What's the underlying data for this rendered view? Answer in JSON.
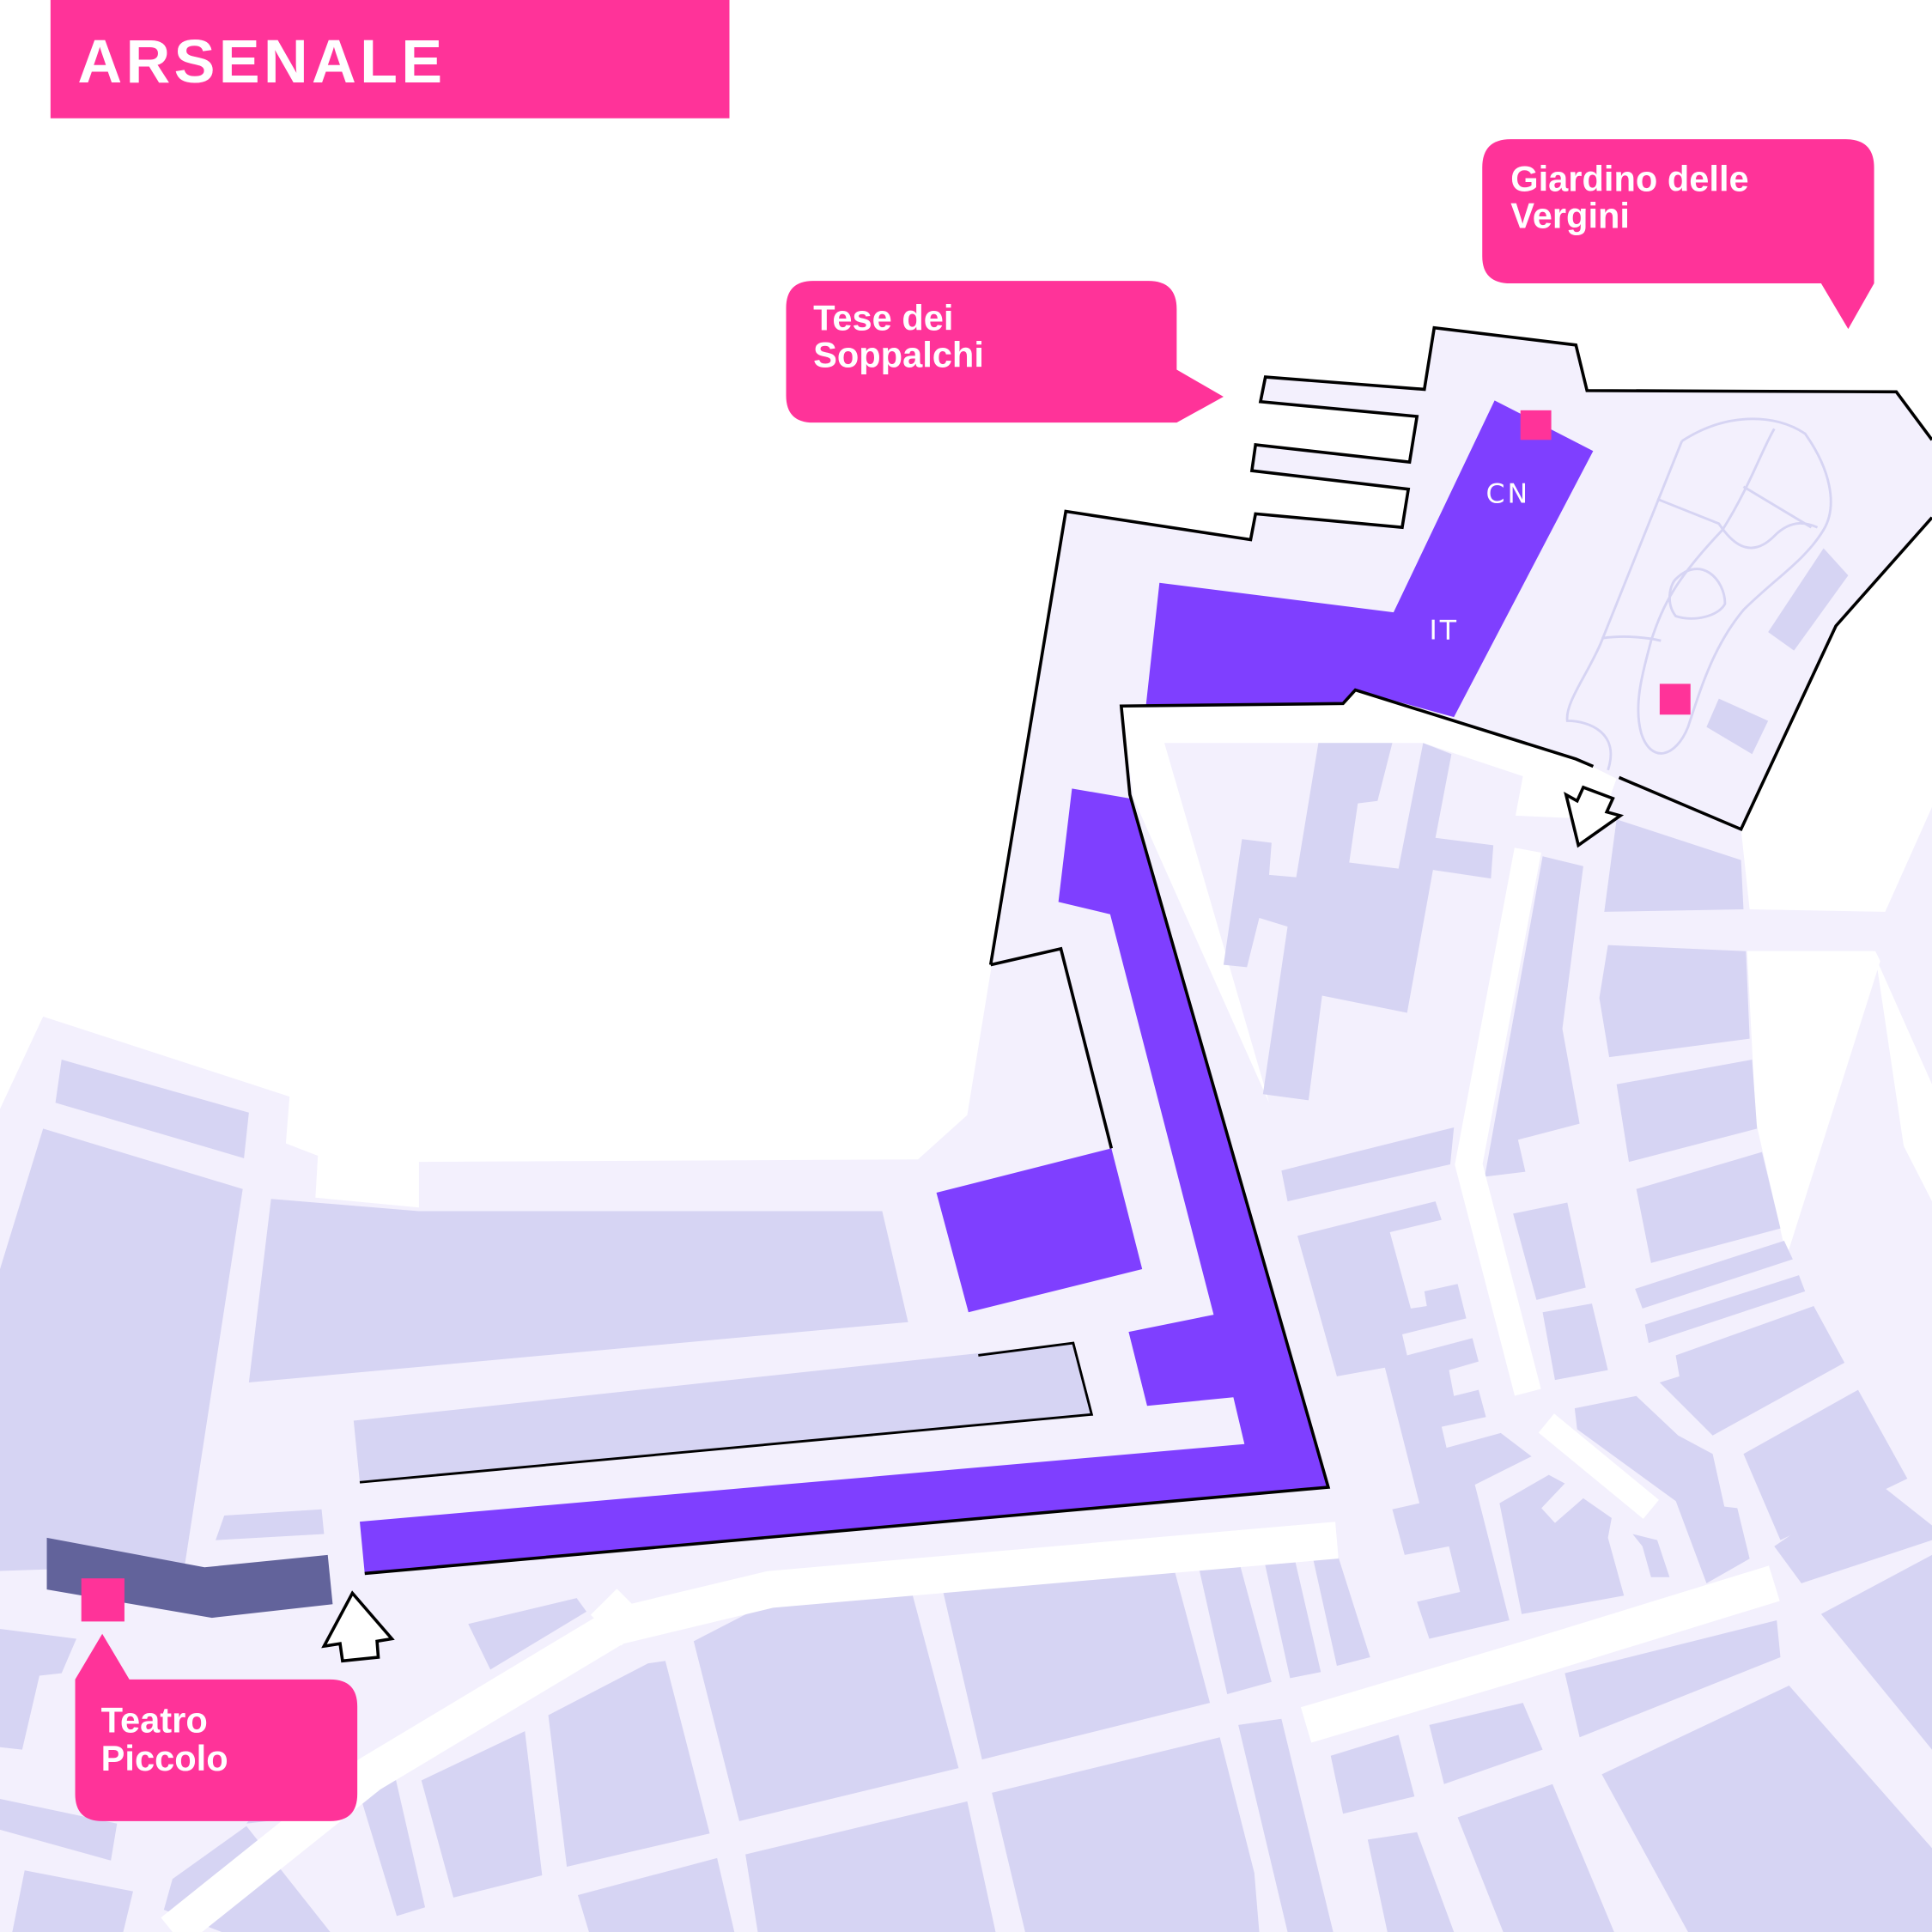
{
  "title": "ARSENALE",
  "callouts": {
    "tese": {
      "line1": "Tese dei",
      "line2": "Soppalchi"
    },
    "giardino": {
      "line1": "Giardino delle",
      "line2": "Vergini"
    },
    "teatro": {
      "line1": "Teatro",
      "line2": "Piccolo"
    }
  },
  "pavilion_codes": {
    "cn": "CN",
    "it": "IT"
  },
  "icons": [
    "venue-marker",
    "entrance-arrow"
  ],
  "colors": {
    "accent": "#FF3399",
    "venue": "#7F3FFF",
    "land": "#F3F0FD",
    "block": "#D6D4F3",
    "highlight_building": "#62639B",
    "water": "#FFFFFF"
  }
}
